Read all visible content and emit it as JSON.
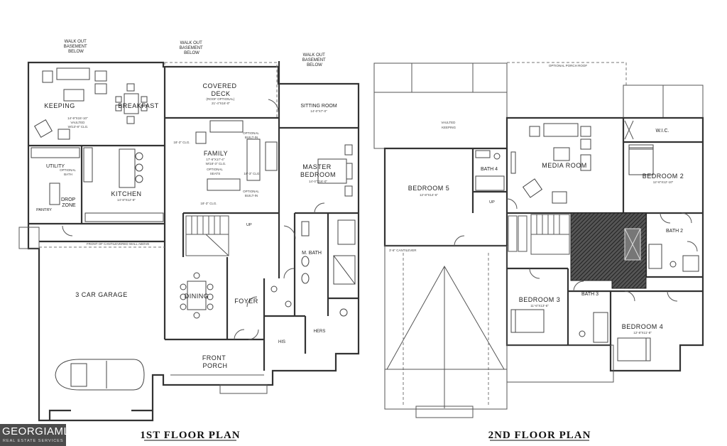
{
  "plan1": {
    "title": "1ST FLOOR PLAN",
    "notes": {
      "walkout_left": [
        "WALK OUT",
        "BASEMENT",
        "BELOW"
      ],
      "walkout_mid": [
        "WALK OUT",
        "BASEMENT",
        "BELOW"
      ],
      "walkout_right": [
        "WALK OUT",
        "BASEMENT",
        "BELOW"
      ],
      "cantilever_front": "FRONT OF CANTILEVERED WALL ABOVE"
    },
    "rooms": {
      "keeping": "KEEPING",
      "keeping_dim": [
        "14'-9\"X15'-10\"",
        "VAULTED",
        "W/13'-8\" CLG."
      ],
      "breakfast": "BREAKFAST",
      "covered_deck": [
        "COVERED",
        "DECK"
      ],
      "covered_deck_dim": [
        "(ROOF OPTIONAL)",
        "21'-4\"X16'-0\""
      ],
      "sitting_room": "SITTING ROOM",
      "sitting_room_dim": "14'-0\"X7'-0\"",
      "family": "FAMILY",
      "family_dim": [
        "17'-6\"X17'-4\"",
        "W/18'-3\" CLG."
      ],
      "family_clg1": "18'-3\" CLG.",
      "family_clg2": "18'-3\" CLG.",
      "family_clg3": "18'-3\" CLG.",
      "optional_builtin_1": [
        "OPTIONAL",
        "BUILT-IN"
      ],
      "optional_builtin_2": [
        "OPTIONAL",
        "BUILT-IN"
      ],
      "optional_seats": [
        "OPTIONAL",
        "SEATS"
      ],
      "master_bedroom": [
        "MASTER",
        "BEDROOM"
      ],
      "master_bedroom_dim": "14'-0\"X16'-0\"",
      "utility": "UTILITY",
      "optional_bath": [
        "OPTIONAL",
        "BATH"
      ],
      "kitchen": "KITCHEN",
      "kitchen_dim": "14'-8\"X12'-8\"",
      "drop_zone": [
        "DROP",
        "ZONE"
      ],
      "pantry": "PANTRY",
      "up_label": "UP",
      "m_bath": "M. BATH",
      "three_car_garage": "3 CAR GARAGE",
      "dining": "DINING",
      "foyer": "FOYER",
      "his": "HIS",
      "hers": "HERS",
      "front_porch": [
        "FRONT",
        "PORCH"
      ]
    }
  },
  "plan2": {
    "title": "2ND FLOOR PLAN",
    "notes": {
      "optional_porch_roof": "OPTIONAL PORCH ROOF",
      "vaulted_keeping": [
        "VAULTED",
        "KEEPING"
      ],
      "cantilever": "3'-6\" CANTILEVER"
    },
    "rooms": {
      "wic": "W.I.C.",
      "bath4": "BATH 4",
      "media_room": "MEDIA ROOM",
      "bedroom5": "BEDROOM 5",
      "bedroom5_dim": "12'-8\"X14'-6\"",
      "bedroom2": "BEDROOM 2",
      "bedroom2_dim": "12'-6\"X12'-10\"",
      "bath2": "BATH 2",
      "bedroom3": "BEDROOM 3",
      "bedroom3_dim": "11'-6\"X13'-6\"",
      "bath3": "BATH 3",
      "bedroom4": "BEDROOM 4",
      "bedroom4_dim": "12'-8\"X11'-8\"",
      "up_label": "UP"
    }
  },
  "watermark": {
    "brand": "GEORGIAMLS",
    "tagline": "REAL ESTATE SERVICES"
  }
}
